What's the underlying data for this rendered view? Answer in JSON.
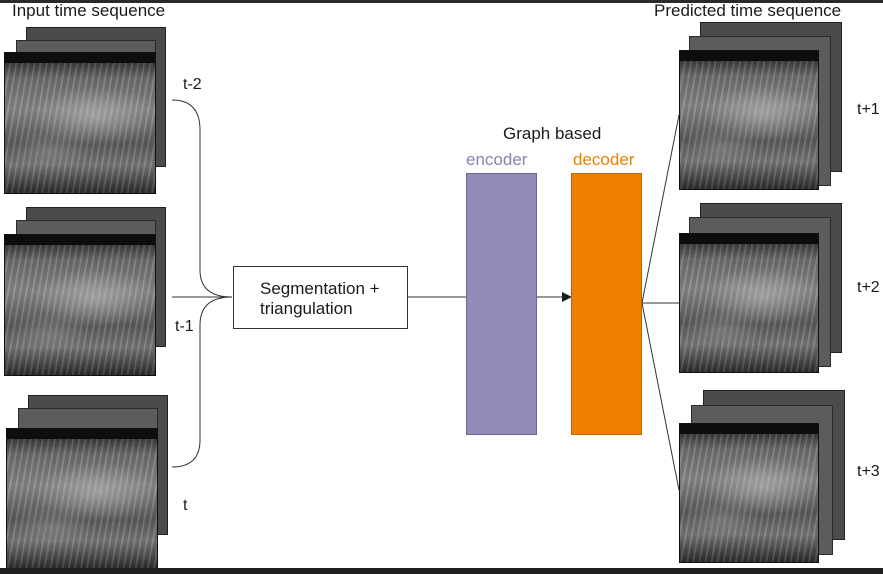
{
  "diagram": {
    "input_title": "Input time sequence",
    "output_title": "Predicted time sequence",
    "inputs": [
      {
        "label": "t-2"
      },
      {
        "label": "t-1"
      },
      {
        "label": "t"
      }
    ],
    "process_box": {
      "line1": "Segmentation +",
      "line2": "triangulation"
    },
    "graph_based_label": "Graph based",
    "encoder_label": "encoder",
    "decoder_label": "decoder",
    "outputs": [
      {
        "label": "t+1"
      },
      {
        "label": "t+2"
      },
      {
        "label": "t+3"
      }
    ],
    "colors": {
      "encoder": "#948bb9",
      "decoder": "#f07f00",
      "line": "#333333"
    }
  }
}
